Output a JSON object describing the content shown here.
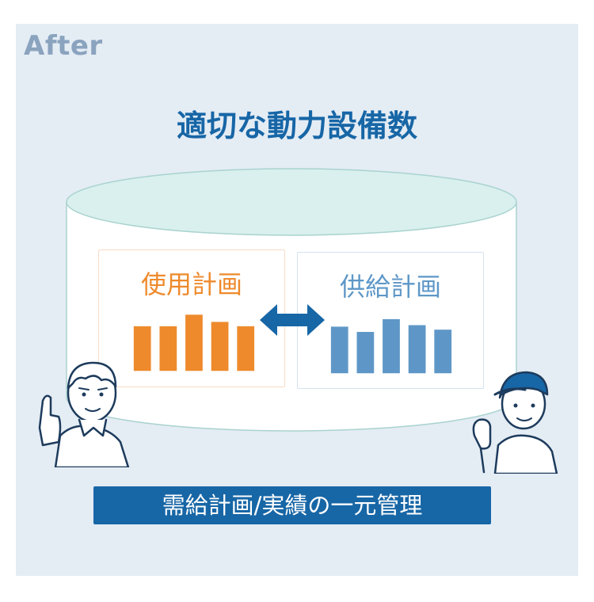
{
  "header": {
    "after_label": "After"
  },
  "title": "適切な動力設備数",
  "cards": {
    "plan": {
      "label": "使用計画",
      "color": "#ee8a2c",
      "bars": [
        0.62,
        0.62,
        0.78,
        0.68,
        0.62
      ]
    },
    "supply": {
      "label": "供給計画",
      "color": "#5e97c7",
      "bars": [
        0.62,
        0.55,
        0.72,
        0.64,
        0.58
      ]
    }
  },
  "banner": {
    "text": "需給計画/実績の一元管理"
  },
  "colors": {
    "title": "#1766a6",
    "panel": "#e4ecf4",
    "cylinder_top": "#d9f0ee",
    "arrow": "#1766a6"
  }
}
